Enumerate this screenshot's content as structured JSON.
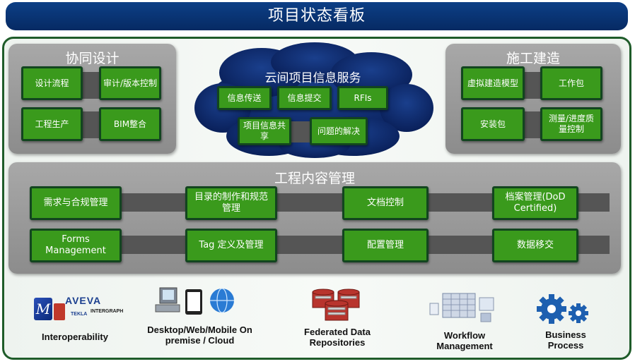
{
  "title": "项目状态看板",
  "collab": {
    "title": "协同设计",
    "items": [
      "设计流程",
      "审计/版本控制",
      "工程生产",
      "BIM整合"
    ]
  },
  "cloud": {
    "title": "云间项目信息服务",
    "items": [
      "信息传送",
      "信息提交",
      "RFIs",
      "项目信息共享",
      "问题的解决"
    ]
  },
  "construction": {
    "title": "施工建造",
    "items": [
      "虚拟建造模型",
      "工作包",
      "安装包",
      "测量/进度质量控制"
    ]
  },
  "ecm": {
    "title": "工程内容管理",
    "row1": [
      "需求与合规管理",
      "目录的制作和规范管理",
      "文档控制",
      "档案管理(DoD Certified)"
    ],
    "row2": [
      "Forms Management",
      "Tag 定义及管理",
      "配置管理",
      "数据移交"
    ]
  },
  "bottom": {
    "logos": {
      "aveva": "AVEVA",
      "tekla": "TEKLA",
      "intergraph": "INTERGRAPH"
    },
    "items": [
      {
        "label": "Interoperability",
        "icon": "software-logos-icon"
      },
      {
        "label": "Desktop/Web/Mobile On premise / Cloud",
        "icon": "devices-icon"
      },
      {
        "label": "Federated Data Repositories",
        "icon": "database-icon"
      },
      {
        "label": "Workflow Management",
        "icon": "workflow-icon"
      },
      {
        "label": "Business Process",
        "icon": "gears-icon"
      }
    ]
  },
  "colors": {
    "title_bar": "#0a3578",
    "green_box": "#3a9a1c",
    "frame": "#1f5c2a",
    "cloud": "#0d2a6e"
  }
}
